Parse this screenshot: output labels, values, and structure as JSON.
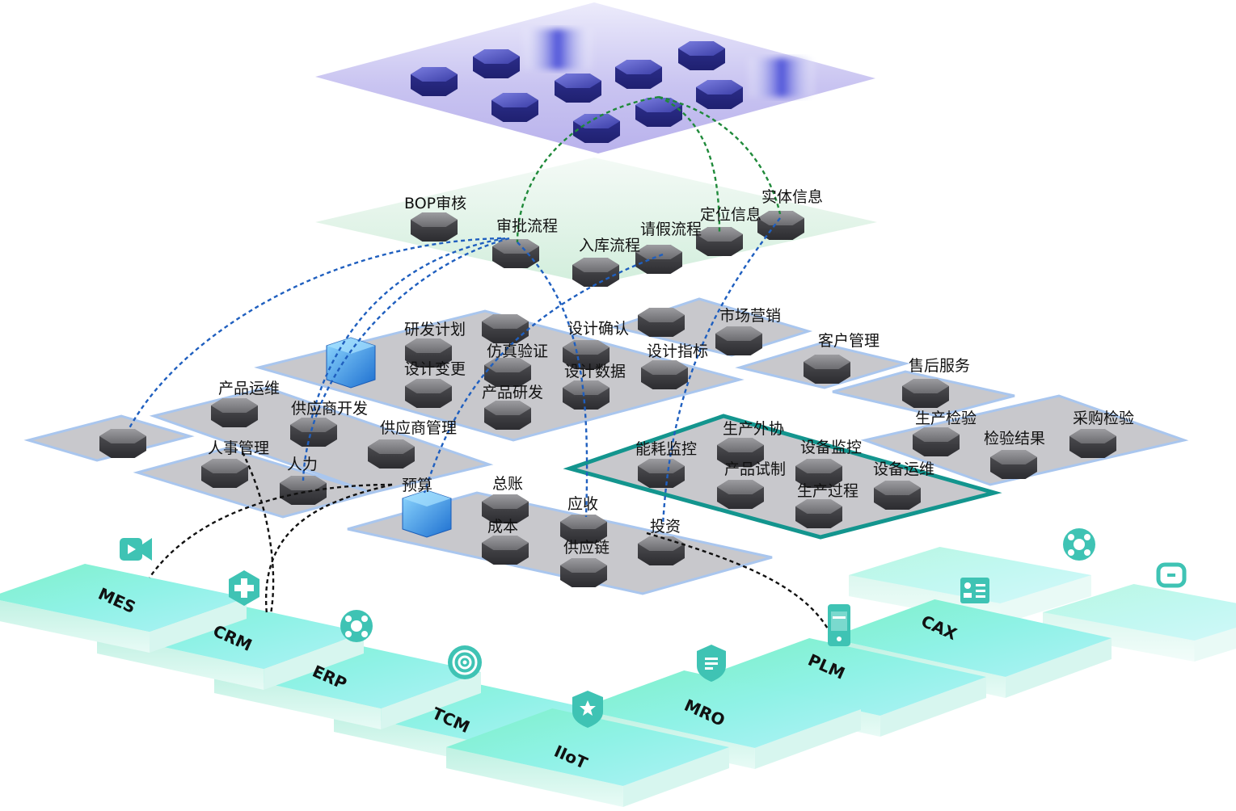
{
  "colors": {
    "top_layer": "#c8c3f0",
    "process_layer": "#d8f1e0",
    "plate_gray": "#c8c8cc",
    "plate_border": "#a9c6ee",
    "highlight_border": "#13958e",
    "system_tile": "#6fe0d2",
    "link_blue": "#1f5fbf",
    "link_green": "#1f8a3a",
    "link_black": "#111111"
  },
  "process_layer": {
    "nodes": [
      "BOP审核",
      "审批流程",
      "入库流程",
      "请假流程",
      "定位信息",
      "实体信息"
    ]
  },
  "business_layer": {
    "rd_group": [
      "研发计划",
      "设计确认",
      "仿真验证",
      "设计指标",
      "设计变更",
      "设计数据",
      "产品研发"
    ],
    "market_group": [
      "市场营销",
      "客户管理",
      "售后服务"
    ],
    "quality_group": [
      "生产检验",
      "检验结果",
      "采购检验"
    ],
    "supply_group": [
      "产品运维",
      "供应商开发",
      "供应商管理"
    ],
    "hr_group": [
      "人事管理",
      "人力"
    ],
    "production_group": [
      "生产外协",
      "能耗监控",
      "设备监控",
      "产品试制",
      "设备运维",
      "生产过程"
    ],
    "finance_group": [
      "预算",
      "总账",
      "应收",
      "成本",
      "投资",
      "供应链"
    ]
  },
  "systems": [
    {
      "name": "MES",
      "icon": "video-icon"
    },
    {
      "name": "CRM",
      "icon": "medical-cross-icon"
    },
    {
      "name": "ERP",
      "icon": "globe-icon"
    },
    {
      "name": "TCM",
      "icon": "signal-icon"
    },
    {
      "name": "IIoT",
      "icon": "shield-star-icon"
    },
    {
      "name": "MRO",
      "icon": "shield-text-icon"
    },
    {
      "name": "PLM",
      "icon": "vpn-phone-icon"
    },
    {
      "name": "CAX",
      "icon": "id-card-icon"
    },
    {
      "name": "",
      "icon": "globe-icon"
    },
    {
      "name": "",
      "icon": "link-icon"
    }
  ]
}
